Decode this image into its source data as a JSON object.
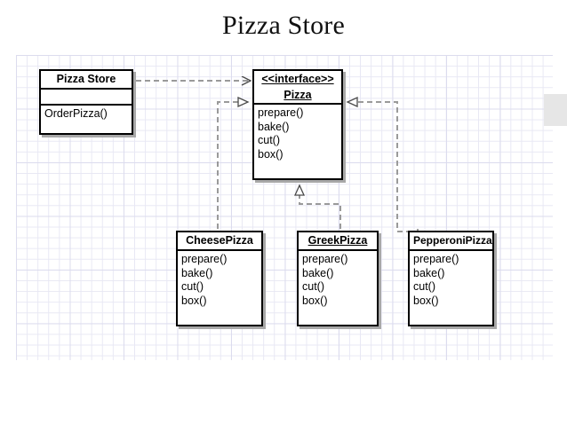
{
  "slide": {
    "title": "Pizza Store"
  },
  "diagram": {
    "type": "uml-class-diagram",
    "classes": [
      {
        "id": "pizzastore",
        "name": "Pizza Store",
        "stereotype": "",
        "name_underlined": false,
        "attributes": [],
        "operations": [
          "OrderPizza()"
        ]
      },
      {
        "id": "pizza",
        "name": "Pizza",
        "stereotype": "<<interface>>",
        "name_underlined": true,
        "attributes": [],
        "operations": [
          "prepare()",
          "bake()",
          "cut()",
          "box()"
        ]
      },
      {
        "id": "cheese",
        "name": "CheesePizza",
        "stereotype": "",
        "name_underlined": false,
        "attributes": [],
        "operations": [
          "prepare()",
          "bake()",
          "cut()",
          "box()"
        ]
      },
      {
        "id": "greek",
        "name": "GreekPizza",
        "stereotype": "",
        "name_underlined": true,
        "attributes": [],
        "operations": [
          "prepare()",
          "bake()",
          "cut()",
          "box()"
        ]
      },
      {
        "id": "pepperoni",
        "name": "PepperoniPizza",
        "stereotype": "",
        "name_underlined": false,
        "attributes": [],
        "operations": [
          "prepare()",
          "bake()",
          "cut()",
          "box()"
        ]
      }
    ],
    "relationships": [
      {
        "id": "dep-store-pizza",
        "from": "pizzastore",
        "to": "pizza",
        "kind": "dependency",
        "line": "dashed",
        "arrow": "open-arrow"
      },
      {
        "id": "real-cheese-pizza",
        "from": "cheese",
        "to": "pizza",
        "kind": "realization",
        "line": "dashed",
        "arrow": "hollow-triangle"
      },
      {
        "id": "real-greek-pizza",
        "from": "greek",
        "to": "pizza",
        "kind": "realization",
        "line": "dashed",
        "arrow": "hollow-triangle"
      },
      {
        "id": "real-pepperoni-pizza",
        "from": "pepperoni",
        "to": "pizza",
        "kind": "realization",
        "line": "dashed",
        "arrow": "hollow-triangle"
      }
    ],
    "colors": {
      "line": "#000000",
      "connector": "#9a9a9a",
      "box_fill": "#ffffff",
      "shadow": "#a8a8a8",
      "grid": "#e8e8f4",
      "edge_swatch": "#e6e6e6"
    }
  }
}
